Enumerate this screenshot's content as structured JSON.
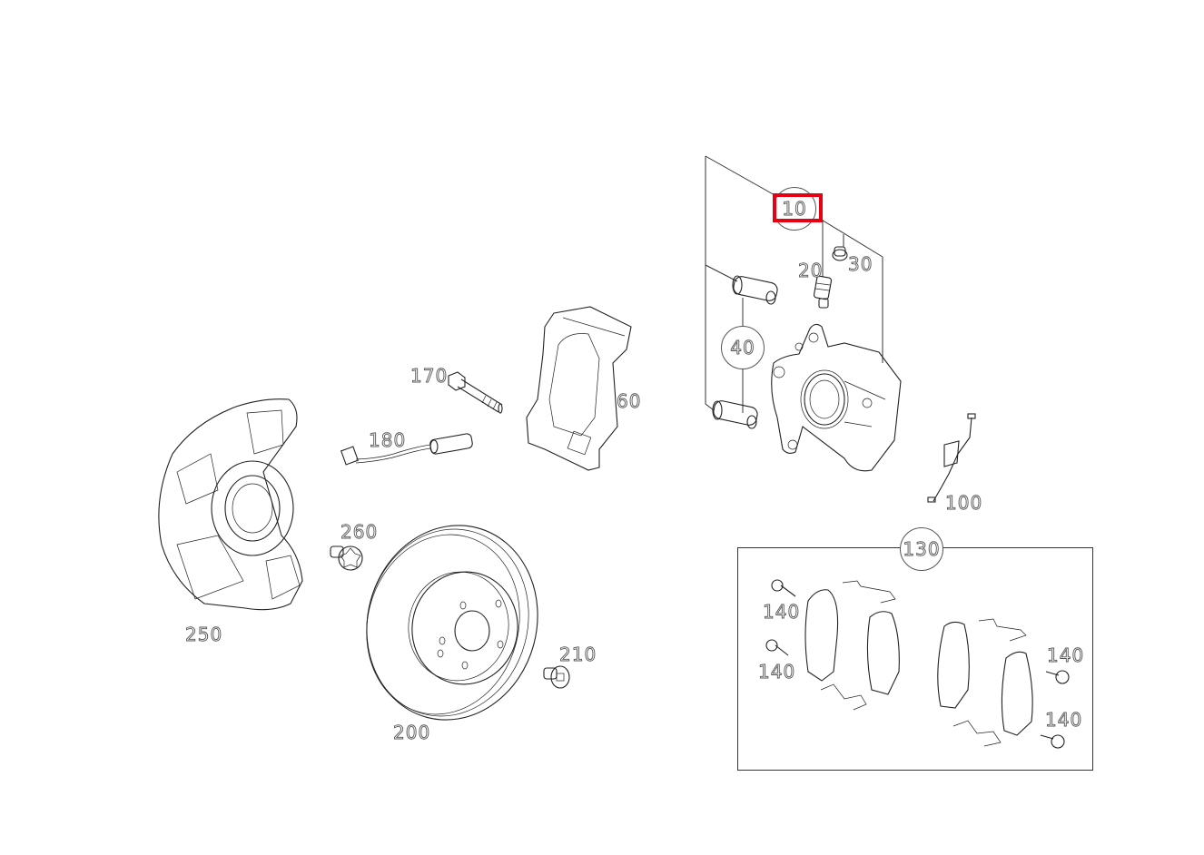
{
  "diagram": {
    "type": "exploded-parts-diagram",
    "subject": "front brake assembly",
    "highlight": {
      "part": "10",
      "color": "#e60012"
    },
    "callouts": [
      {
        "id": "10",
        "label": "10",
        "circled": true
      },
      {
        "id": "20",
        "label": "20",
        "circled": false
      },
      {
        "id": "30",
        "label": "30",
        "circled": false
      },
      {
        "id": "40",
        "label": "40",
        "circled": true
      },
      {
        "id": "60",
        "label": "60",
        "circled": false
      },
      {
        "id": "100",
        "label": "100",
        "circled": false
      },
      {
        "id": "130",
        "label": "130",
        "circled": true
      },
      {
        "id": "140a",
        "label": "140",
        "circled": false
      },
      {
        "id": "140b",
        "label": "140",
        "circled": false
      },
      {
        "id": "140c",
        "label": "140",
        "circled": false
      },
      {
        "id": "140d",
        "label": "140",
        "circled": false
      },
      {
        "id": "170",
        "label": "170",
        "circled": false
      },
      {
        "id": "180",
        "label": "180",
        "circled": false
      },
      {
        "id": "200",
        "label": "200",
        "circled": false
      },
      {
        "id": "210",
        "label": "210",
        "circled": false
      },
      {
        "id": "250",
        "label": "250",
        "circled": false
      },
      {
        "id": "260",
        "label": "260",
        "circled": false
      }
    ],
    "parts": [
      {
        "id": "10",
        "name": "brake caliper"
      },
      {
        "id": "20",
        "name": "bleeder valve"
      },
      {
        "id": "30",
        "name": "dust cap"
      },
      {
        "id": "40",
        "name": "guide pin kit"
      },
      {
        "id": "60",
        "name": "caliper bracket"
      },
      {
        "id": "100",
        "name": "pad spring clip"
      },
      {
        "id": "130",
        "name": "brake pad set"
      },
      {
        "id": "140",
        "name": "bolt"
      },
      {
        "id": "170",
        "name": "bracket bolt"
      },
      {
        "id": "180",
        "name": "pad wear sensor"
      },
      {
        "id": "200",
        "name": "brake disc"
      },
      {
        "id": "210",
        "name": "disc screw"
      },
      {
        "id": "250",
        "name": "splash shield"
      },
      {
        "id": "260",
        "name": "shield bolt"
      }
    ]
  }
}
